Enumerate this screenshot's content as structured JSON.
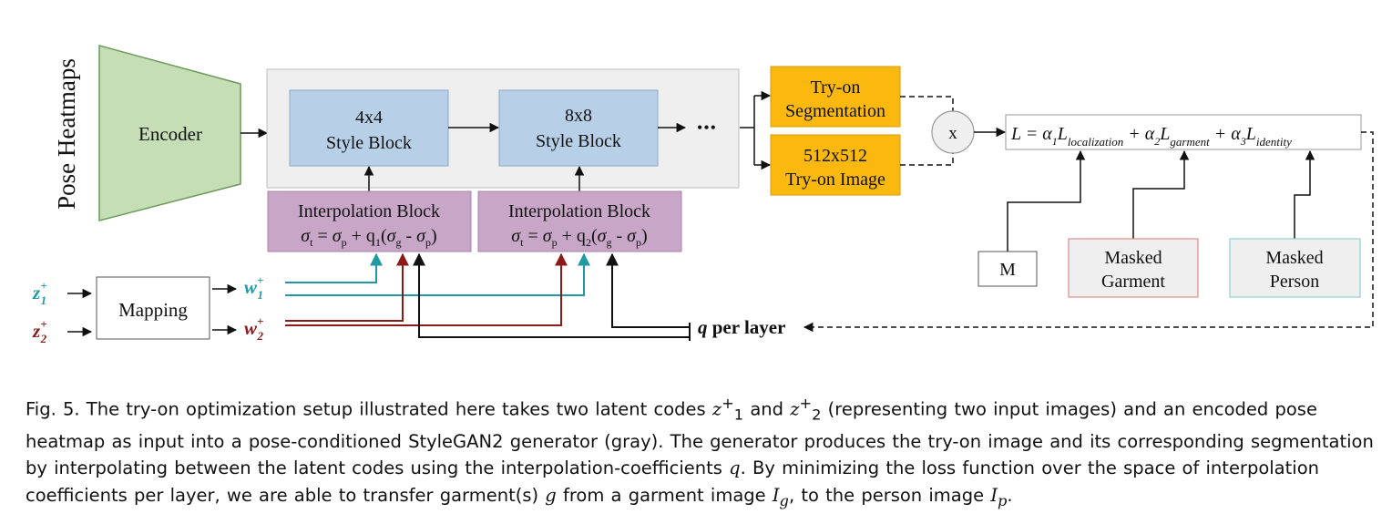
{
  "diagram": {
    "pose_label": "Pose Heatmaps",
    "encoder_label": "Encoder",
    "style_block_1": {
      "line1": "4x4",
      "line2": "Style Block"
    },
    "style_block_2": {
      "line1": "8x8",
      "line2": "Style Block"
    },
    "ellipsis": "•••",
    "interp_1": {
      "title": "Interpolation Block",
      "formula": "σt = σp + q1(σg - σp)"
    },
    "interp_2": {
      "title": "Interpolation Block",
      "formula": "σt = σp + q2(σg - σp)"
    },
    "output_segmentation": {
      "line1": "Try-on",
      "line2": "Segmentation"
    },
    "output_image": {
      "line1": "512x512",
      "line2": "Try-on Image"
    },
    "multiply_symbol": "x",
    "loss_formula": "L = α1Llocalization + α2Lgarment + α3Lidentity",
    "mask_box": "M",
    "masked_garment": {
      "line1": "Masked",
      "line2": "Garment"
    },
    "masked_person": {
      "line1": "Masked",
      "line2": "Person"
    },
    "mapping_label": "Mapping",
    "z1": "z+1",
    "z2": "z+2",
    "w1": "w+1",
    "w2": "w+2",
    "q_label": "q per layer",
    "colors": {
      "encoder_fill": "#c5deb6",
      "encoder_stroke": "#6e9a5c",
      "generator_fill": "#efefef",
      "style_block_fill": "#b7d0e8",
      "interp_fill": "#c7a6c7",
      "output_fill": "#fbb90f",
      "teal": "#1f9aa5",
      "darkred": "#8b1a1a",
      "masked_garment_stroke": "#d98c8c",
      "masked_person_stroke": "#8fcfd2"
    }
  },
  "caption": {
    "lead": "Fig. 5.",
    "text": "The try-on optimization setup illustrated here takes two latent codes z+1 and z+2 (representing two input images) and an encoded pose heatmap as input into a pose-conditioned StyleGAN2 generator (gray). The generator produces the try-on image and its corresponding segmentation by interpolating between the latent codes using the interpolation-coefficients q. By minimizing the loss function over the space of interpolation coefficients per layer, we are able to transfer garment(s) g from a garment image Ig, to the person image Ip."
  }
}
